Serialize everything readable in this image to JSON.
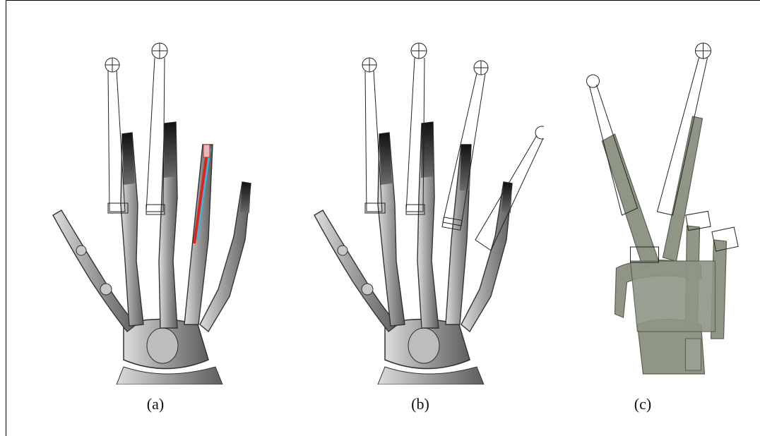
{
  "figure": {
    "panels": [
      {
        "id": "a",
        "caption": "(a)"
      },
      {
        "id": "b",
        "caption": "(b)"
      },
      {
        "id": "c",
        "caption": "(c)"
      }
    ]
  },
  "colors": {
    "bone_light": "#c8c8c8",
    "bone_mid": "#8e8e8e",
    "bone_dark": "#2a2a2a",
    "bone_green": "#8f9686",
    "outline": "#1a1a1a",
    "highlight_red": "#e0221c",
    "highlight_cyan": "#38b8d8"
  }
}
